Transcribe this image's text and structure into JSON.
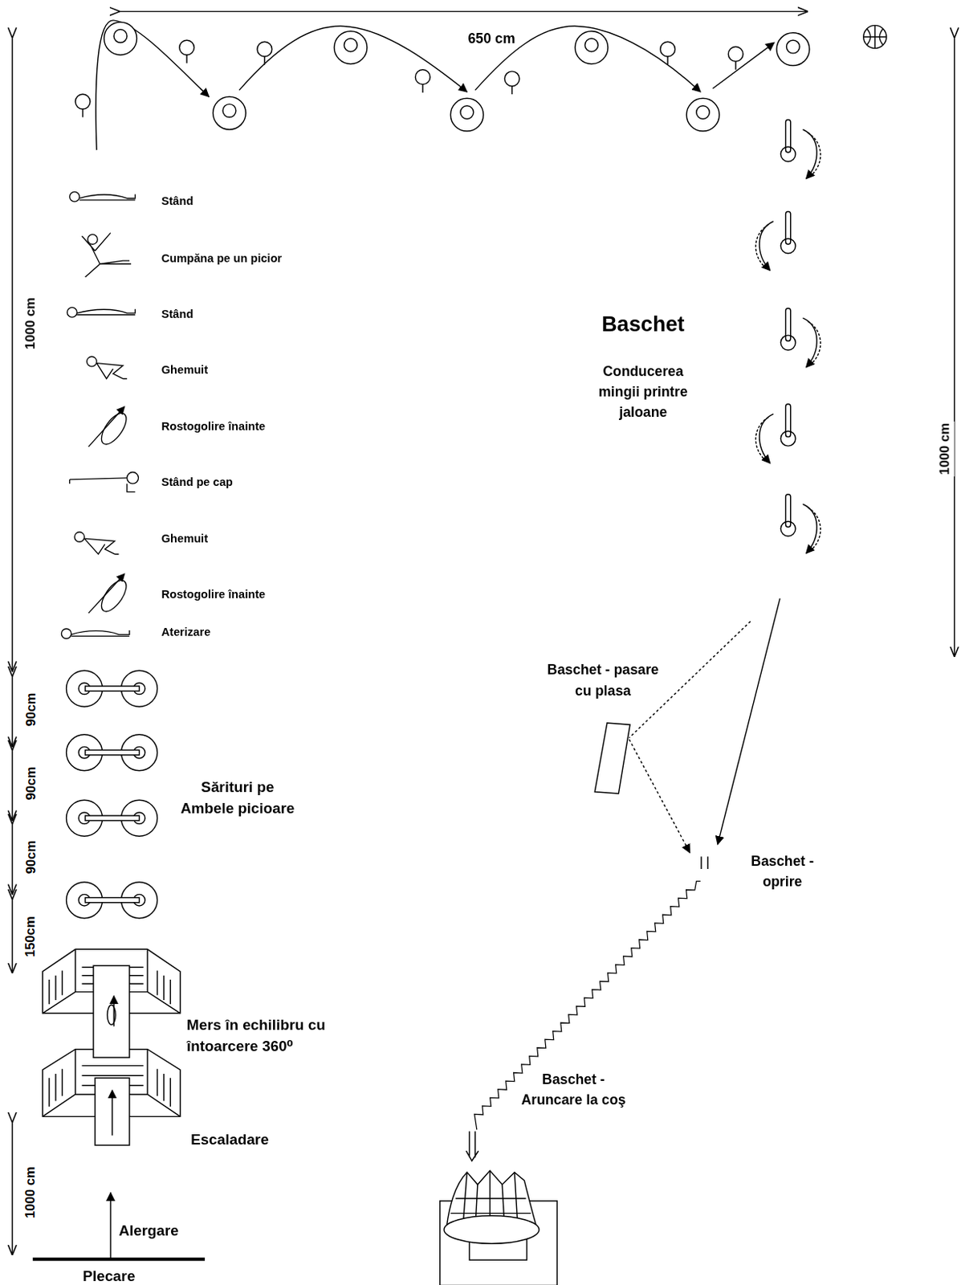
{
  "diagram": {
    "labels": [
      "650 cm",
      "Stând",
      "Cumpăna pe un picior",
      "Stând",
      "Ghemuit",
      "Rostogolire înainte",
      "Stând pe cap",
      "Ghemuit",
      "Rostogolire înainte",
      "Aterizare",
      "1000 cm",
      "Baschet",
      "Conducerea mingii printre jaloane",
      "1000 cm",
      "Baschet - pasare cu plasa",
      "90cm",
      "90cm",
      "90cm",
      "150cm",
      "Sărituri pe Ambele picioare",
      "Baschet - oprire",
      "Mers în echilibru cu întoarcere 360⁰",
      "Baschet - Aruncare la coş",
      "Escaladare",
      "1000 cm",
      "Alergare",
      "Plecare"
    ]
  }
}
